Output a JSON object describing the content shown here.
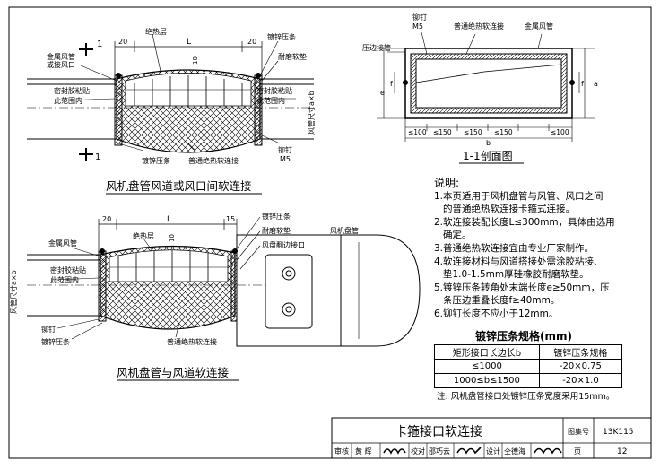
{
  "labels": {
    "metal_duct_or_outlet": "金属风管\n或接风口",
    "insulation": "绝热层",
    "galv_strip": "镀锌压条",
    "wear_hose": "耐磨软垫",
    "seal_glue_1": "密封胶粘贴",
    "range_1": "此范围内",
    "seal_glue_2": "密封胶粘贴",
    "range_2": "此范围内",
    "rivet": "铆钉",
    "m5": "M5",
    "ordinary_hose": "普通绝热软连接",
    "duct_size": "风管尺寸a×b",
    "dim_L": "L",
    "dim_20a": "20",
    "dim_20b": "20",
    "dim_10": "10",
    "cut_1": "1",
    "galv_strip_bottom": "镀锌压条",
    "ordinary_hose_bottom": "普通绝热软连接"
  },
  "section": {
    "rivet_m5": "铆钉\nM5",
    "ordinary": "普通绝热软连接",
    "metal_duct": "金属风管",
    "press_strip": "压边接管",
    "e": "e",
    "f": "f",
    "a": "a",
    "dims": [
      "≤100",
      "≤150",
      "≤150",
      "≤150",
      "≤100"
    ],
    "b": "b",
    "title": "1-1剖面图"
  },
  "lower": {
    "galv": "镀锌压条",
    "wear": "耐磨软垫",
    "flange": "风盘翻边接口",
    "fcu": "风机盘管",
    "insulation": "绝热层",
    "metal_duct": "金属风管",
    "seal": "密封胶粘贴",
    "range": "此范围内",
    "rivet": "铆钉",
    "galv_bottom": "镀锌压条",
    "ordinary": "普通绝热软连接",
    "duct_size": "风管尺寸a×b",
    "dim_20": "20",
    "dim_L": "L",
    "dim_15": "15",
    "dim_10": "10"
  },
  "titles": {
    "upper": "风机盘管风道或风口间软连接",
    "lower": "风机盘管与风道软连接"
  },
  "notes": {
    "heading": "说明:",
    "items": [
      "1.本页适用于风机盘管与风管、风口之间",
      "的普通绝热软连接卡箍式连接。",
      "2.软连接装配长度L≤300mm，具体由选用",
      "确定。",
      "3.普通绝热软连接宜由专业厂家制作。",
      "4.软连接材料与风道搭接处需涂胶粘接、",
      "垫1.0-1.5mm厚硅橡胶耐磨软垫。",
      "5.镀锌压条转角处末端长度e≥50mm，压",
      "条压边重叠长度f≥40mm。",
      "6.铆钉长度不应小于12mm。"
    ]
  },
  "spec": {
    "title": "镀锌压条规格(mm)",
    "header": [
      "矩形接口长边长b",
      "镀锌压条规格"
    ],
    "rows": [
      [
        "≤1000",
        "-20×0.75"
      ],
      [
        "1000≤b≤1500",
        "-20×1.0"
      ]
    ],
    "note": "注: 风机盘管接口处镀锌压条宽度采用15mm。"
  },
  "titleblock": {
    "title": "卡箍接口软连接",
    "atlas_label": "图集号",
    "atlas_no": "13K115",
    "review": "审核",
    "reviewer": "黄 辉",
    "check": "校对",
    "checker": "邵巧云",
    "design": "设计",
    "designer": "仝德海",
    "page_label": "页",
    "page_no": "12"
  }
}
